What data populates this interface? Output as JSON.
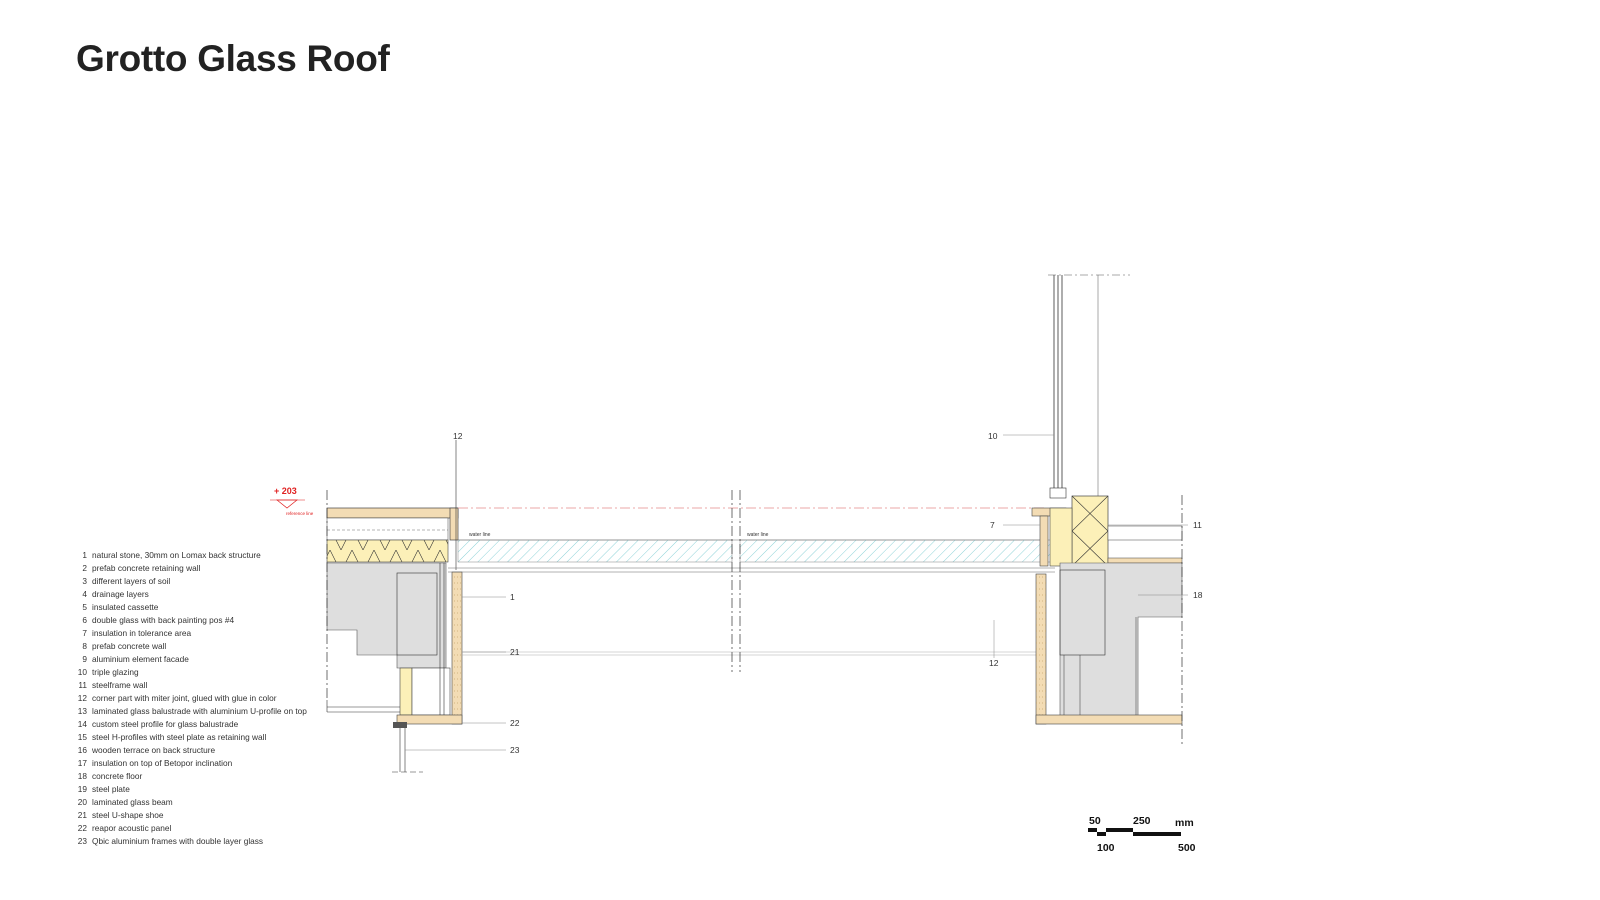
{
  "title": "Grotto Glass Roof",
  "legend": [
    {
      "num": "1",
      "text": "natural stone, 30mm on Lomax back structure"
    },
    {
      "num": "2",
      "text": "prefab concrete retaining wall"
    },
    {
      "num": "3",
      "text": "different layers of soil"
    },
    {
      "num": "4",
      "text": "drainage layers"
    },
    {
      "num": "5",
      "text": "insulated cassette"
    },
    {
      "num": "6",
      "text": "double glass with back painting pos #4"
    },
    {
      "num": "7",
      "text": "insulation in tolerance area"
    },
    {
      "num": "8",
      "text": "prefab concrete wall"
    },
    {
      "num": "9",
      "text": "aluminium element facade"
    },
    {
      "num": "10",
      "text": "triple glazing"
    },
    {
      "num": "11",
      "text": "steelframe wall"
    },
    {
      "num": "12",
      "text": "corner part with miter joint, glued with glue in color"
    },
    {
      "num": "13",
      "text": "laminated glass balustrade with aluminium U-profile on top"
    },
    {
      "num": "14",
      "text": "custom steel profile for glass balustrade"
    },
    {
      "num": "15",
      "text": "steel H-profiles with steel plate as retaining wall"
    },
    {
      "num": "16",
      "text": "wooden terrace on back structure"
    },
    {
      "num": "17",
      "text": "insulation on top of Betopor inclination"
    },
    {
      "num": "18",
      "text": "concrete floor"
    },
    {
      "num": "19",
      "text": "steel plate"
    },
    {
      "num": "20",
      "text": "laminated glass beam"
    },
    {
      "num": "21",
      "text": "steel U-shape shoe"
    },
    {
      "num": "22",
      "text": "reapor acoustic panel"
    },
    {
      "num": "23",
      "text": "Qbic aluminium frames with double layer glass"
    }
  ],
  "callouts": {
    "c12_top": "12",
    "c10": "10",
    "c7": "7",
    "c11": "11",
    "c18": "18",
    "c1": "1",
    "c21": "21",
    "c12_mid": "12",
    "c22": "22",
    "c23": "23"
  },
  "elevation": {
    "value": "+ 203",
    "caption": "reference line"
  },
  "water_line_left": "water line",
  "water_line_right": "water line",
  "scale_bar": {
    "top_labels": [
      "50",
      "250"
    ],
    "bottom_labels": [
      "100",
      "500"
    ],
    "unit": "mm"
  },
  "colors": {
    "wood": "#f3dcb4",
    "insulation": "#fcf0b8",
    "concrete": "#dedede",
    "glass_hatch": "#8fd3d8",
    "elevation": "#e02020"
  }
}
